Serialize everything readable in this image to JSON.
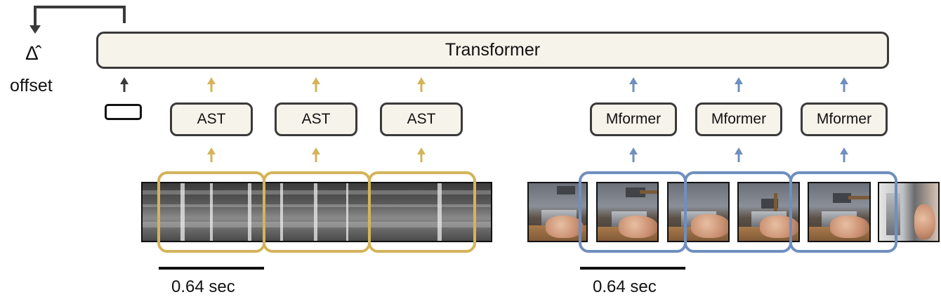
{
  "transformer": {
    "label": "Transformer"
  },
  "offset": {
    "symbol": "Δ̂",
    "label": "offset"
  },
  "audio": {
    "encoder_label": "AST",
    "encoders": [
      "AST",
      "AST",
      "AST"
    ],
    "scale_label": "0.64 sec",
    "arrow_color": "#d5b35a"
  },
  "video": {
    "encoder_label": "Mformer",
    "encoders": [
      "Mformer",
      "Mformer",
      "Mformer"
    ],
    "scale_label": "0.64 sec",
    "arrow_color": "#6f8fbf"
  },
  "colors": {
    "box_fill": "#f6f3ea",
    "box_border": "#3a3a3a",
    "audio_accent": "#d5b35a",
    "video_accent": "#6f8fbf",
    "token_arrow": "#3a3a3a"
  }
}
